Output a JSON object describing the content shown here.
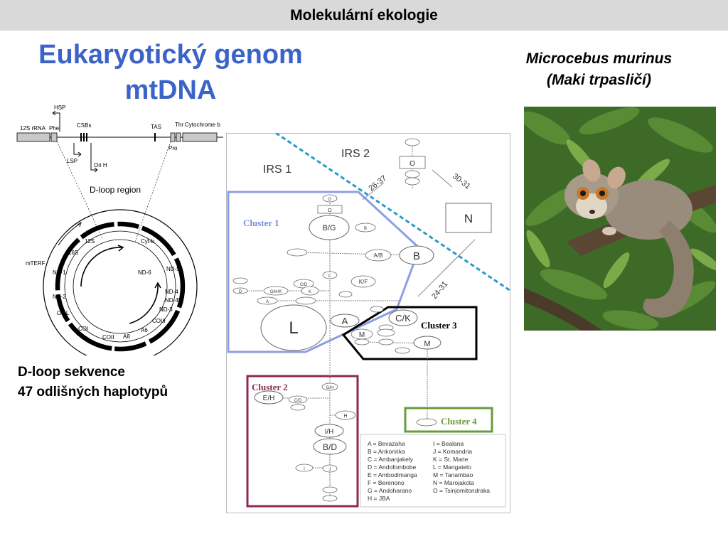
{
  "header": {
    "title": "Molekulární ekologie"
  },
  "slide": {
    "title_line1": "Eukaryotický genom",
    "title_line2": "mtDNA",
    "species_name": "Microcebus murinus",
    "species_common": "(Maki trpasličí)",
    "dloop_line1": "D-loop sekvence",
    "dloop_line2": "47 odlišných haplotypů"
  },
  "mt_figure": {
    "labels": {
      "hsp": "HSP",
      "rrna12s": "12S rRNA",
      "phe": "Phe",
      "csbs": "CSBs",
      "tas": "TAS",
      "thr": "Thr",
      "cytb": "Cytochrome b",
      "lsp": "LSP",
      "orih": "Ori H",
      "pro": "Pro",
      "dloop": "D-loop region",
      "s12": "12S",
      "s16": "16S",
      "cytb_short": "Cyt-b",
      "mterf": "mTERF",
      "nd1": "ND-1",
      "nd2": "ND-2",
      "nd3": "ND-3",
      "nd4": "ND-4",
      "nd4l": "ND-4L",
      "nd5": "ND-5",
      "nd6": "ND-6",
      "oril": "Ori L",
      "coi": "COI",
      "coii": "COII",
      "coiii": "COIII",
      "a6": "A6",
      "a8": "A8"
    }
  },
  "network": {
    "irs1": "IRS 1",
    "irs2": "IRS 2",
    "cluster1": "Cluster 1",
    "cluster2": "Cluster 2",
    "cluster3": "Cluster 3",
    "cluster4": "Cluster 4",
    "num_26_37": "26-37",
    "num_30_31": "30-31",
    "num_24_31": "24-31",
    "nodes": {
      "N": "N",
      "L": "L",
      "BG": "B/G",
      "B": "B",
      "AB": "A/B",
      "KF": "K/F",
      "CK": "C/K",
      "CD": "C/D",
      "GHK": "G/H/K",
      "A": "A",
      "M": "M",
      "EH": "E/H",
      "IH": "I/H",
      "BD": "B/D",
      "GH": "G/H",
      "H": "H",
      "I": "I",
      "J": "J",
      "G": "G",
      "D": "D",
      "C": "C",
      "K": "K",
      "O": "O"
    },
    "legend": {
      "left": [
        "A = Bevazaha",
        "B = Ankoririka",
        "C = Ambanjakely",
        "D = Andofombobe",
        "E = Ambodimanga",
        "F = Berenono",
        "G = Andoharano",
        "H = JBA"
      ],
      "right": [
        "I = Bealana",
        "J = Komandria",
        "K = St. Marie",
        "L = Mangatelo",
        "M = Tanambao",
        "N = Marojakota",
        "O = Tsinjomitondraka"
      ]
    },
    "colors": {
      "cluster1": "#8e9ee6",
      "cluster2": "#8b2a55",
      "cluster3": "#000000",
      "cluster4": "#6a9a3c",
      "divider": "#2a9ac8"
    }
  }
}
